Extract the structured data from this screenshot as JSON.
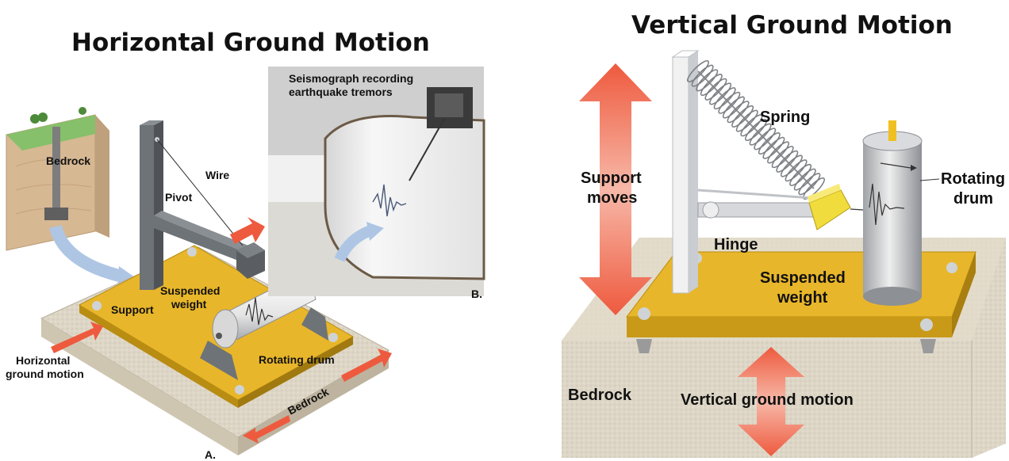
{
  "left_panel": {
    "title": "Horizontal Ground Motion",
    "inset_label": "Bedrock",
    "photo_caption_line1": "Seismograph recording",
    "photo_caption_line2": "earthquake tremors",
    "labels": {
      "wire": "Wire",
      "pivot": "Pivot",
      "support": "Support",
      "suspended_weight_line1": "Suspended",
      "suspended_weight_line2": "weight",
      "rotating_drum": "Rotating drum",
      "bedrock": "Bedrock",
      "ground_motion_line1": "Horizontal",
      "ground_motion_line2": "ground motion",
      "panel_a": "A.",
      "panel_b": "B."
    }
  },
  "right_panel": {
    "title": "Vertical Ground Motion",
    "labels": {
      "spring": "Spring",
      "support_moves_line1": "Support",
      "support_moves_line2": "moves",
      "rotating_drum_line1": "Rotating",
      "rotating_drum_line2": "drum",
      "hinge": "Hinge",
      "suspended_weight_line1": "Suspended",
      "suspended_weight_line2": "weight",
      "bedrock": "Bedrock",
      "ground_motion": "Vertical ground motion"
    }
  },
  "colors": {
    "arrow_red": "#ee5a3e",
    "base_yellow": "#e8b62a",
    "concrete": "#d9d2c2",
    "metal_dark": "#6e7378",
    "drum_light": "#eeeeee",
    "sky_grass": "#7db35a"
  }
}
